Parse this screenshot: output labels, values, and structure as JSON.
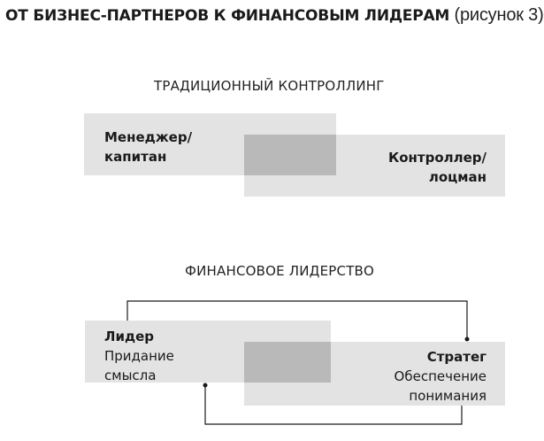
{
  "title": {
    "strong": "От бизнес-партнеров к финансовым лидерам",
    "light": " (рисунок 3)"
  },
  "traditional": {
    "heading": "ТРАДИЦИОННЫЙ КОНТРОЛЛИНГ",
    "left_box": {
      "line1": "Менеджер/",
      "line2": "капитан"
    },
    "right_box": {
      "line1": "Контроллер/",
      "line2": "лоцман"
    }
  },
  "financial": {
    "heading": "ФИНАНСОВОЕ ЛИДЕРСТВО",
    "left_box": {
      "role": "Лидер",
      "line1": "Придание",
      "line2": "смысла"
    },
    "right_box": {
      "role": "Стратег",
      "line1": "Обеспечение",
      "line2": "понимания"
    }
  },
  "colors": {
    "box_fill": "#e3e3e3",
    "overlap_fill": "#b9b9b9",
    "line": "#1a1a1a"
  }
}
